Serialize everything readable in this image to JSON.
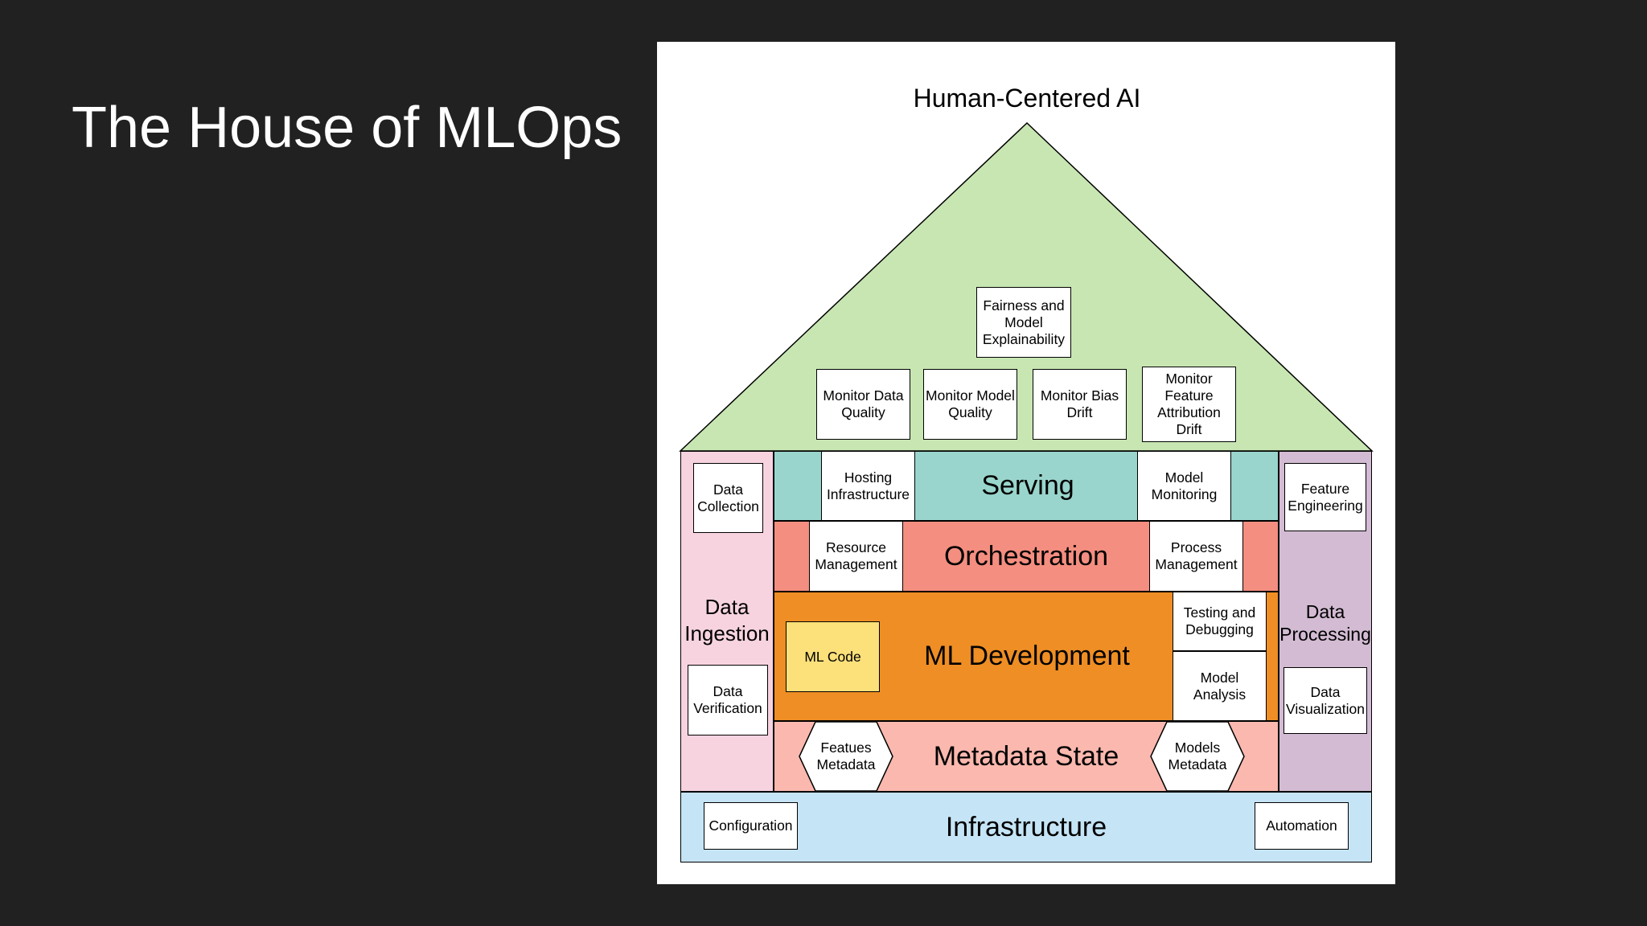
{
  "slide": {
    "title": "The House of MLOps"
  },
  "diagram": {
    "roof_title": "Human-Centered AI",
    "roof_boxes": {
      "fairness": "Fairness and Model Explainability",
      "monitor_data_quality": "Monitor Data Quality",
      "monitor_model_quality": "Monitor Model Quality",
      "monitor_bias_drift": "Monitor Bias Drift",
      "monitor_feature_attribution_drift": "Monitor Feature Attribution Drift"
    },
    "left_pillar": {
      "label": "Data Ingestion",
      "top_box": "Data Collection",
      "bottom_box": "Data Verification"
    },
    "right_pillar": {
      "label": "Data Processing",
      "top_box": "Feature Engineering",
      "bottom_box": "Data Visualization"
    },
    "serving": {
      "label": "Serving",
      "left_box": "Hosting Infrastructure",
      "right_box": "Model Monitoring"
    },
    "orchestration": {
      "label": "Orchestration",
      "left_box": "Resource Management",
      "right_box": "Process Management"
    },
    "ml_development": {
      "label": "ML Development",
      "code_box": "ML Code",
      "right_top_box": "Testing and Debugging",
      "right_bottom_box": "Model Analysis"
    },
    "metadata": {
      "label": "Metadata State",
      "left_hex": "Featues Metadata",
      "right_hex": "Models Metadata"
    },
    "infrastructure": {
      "label": "Infrastructure",
      "left_box": "Configuration",
      "right_box": "Automation"
    }
  },
  "colors": {
    "roof": "#c8e6b2",
    "serving": "#99d5cc",
    "orchestration": "#f48e80",
    "ml_development": "#ee8e24",
    "ml_code": "#fce07a",
    "metadata": "#fab8ae",
    "infrastructure": "#c5e4f5",
    "data_ingestion": "#f7d3e0",
    "data_processing": "#d2bbd3"
  }
}
